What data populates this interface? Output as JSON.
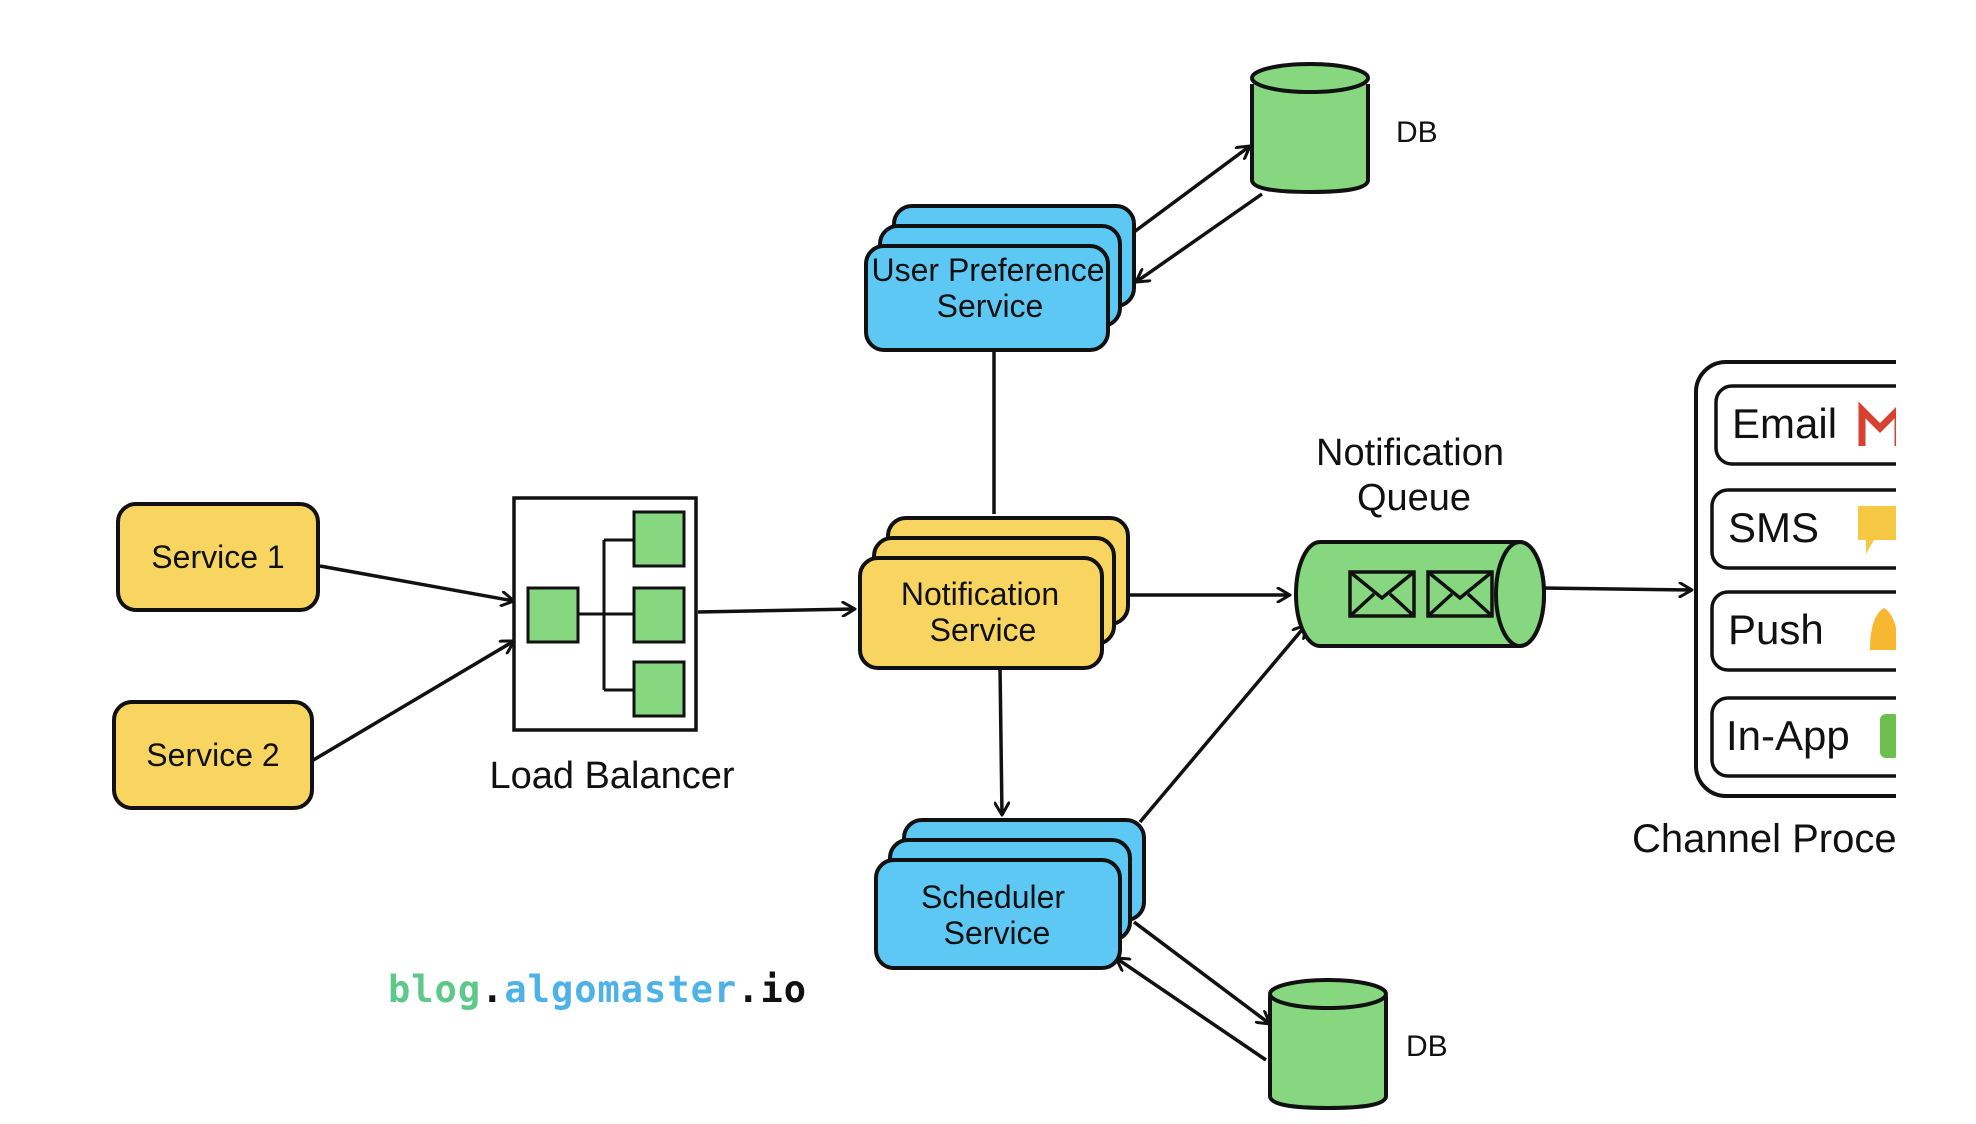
{
  "diagram": {
    "colors": {
      "yellow": "#f7d560",
      "blue": "#5ec8f5",
      "green": "#86d77f",
      "stroke": "#111111"
    },
    "nodes": {
      "service1": "Service 1",
      "service2": "Service 2",
      "load_balancer": "Load Balancer",
      "notification_service": [
        "Notification",
        "Service"
      ],
      "user_preference_service": [
        "User Preference",
        "Service"
      ],
      "scheduler_service": [
        "Scheduler",
        "Service"
      ],
      "notification_queue": [
        "Notification",
        "Queue"
      ],
      "db_top": "DB",
      "db_bottom": "DB",
      "channel_processors": "Channel Proce",
      "channels": [
        {
          "label": "Email",
          "icon": "gmail-icon"
        },
        {
          "label": "SMS",
          "icon": "sms-icon"
        },
        {
          "label": "Push",
          "icon": "bell-icon"
        },
        {
          "label": "In-App",
          "icon": "android-icon"
        }
      ]
    },
    "watermark": {
      "blog": "blog",
      "dot1": ".",
      "algomaster": "algomaster",
      "dot2": ".",
      "io": "io"
    }
  }
}
